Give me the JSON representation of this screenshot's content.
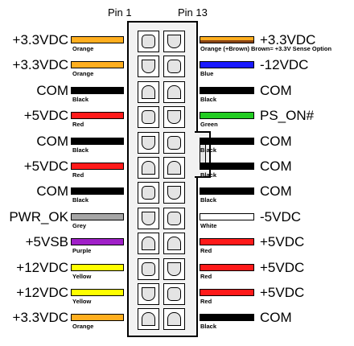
{
  "headers": {
    "pin1": "Pin 1",
    "pin13": "Pin 13"
  },
  "note": "Brown= +3.3V Sense Option",
  "left_rows": [
    {
      "voltage": "+3.3VDC",
      "color_name": "Orange",
      "color": "#ffae1f"
    },
    {
      "voltage": "+3.3VDC",
      "color_name": "Orange",
      "color": "#ffae1f"
    },
    {
      "voltage": "COM",
      "color_name": "Black",
      "color": "#000000"
    },
    {
      "voltage": "+5VDC",
      "color_name": "Red",
      "color": "#ff1a1a"
    },
    {
      "voltage": "COM",
      "color_name": "Black",
      "color": "#000000"
    },
    {
      "voltage": "+5VDC",
      "color_name": "Red",
      "color": "#ff1a1a"
    },
    {
      "voltage": "COM",
      "color_name": "Black",
      "color": "#000000"
    },
    {
      "voltage": "PWR_OK",
      "color_name": "Grey",
      "color": "#a6a6a6"
    },
    {
      "voltage": "+5VSB",
      "color_name": "Purple",
      "color": "#a020c8"
    },
    {
      "voltage": "+12VDC",
      "color_name": "Yellow",
      "color": "#ffff00"
    },
    {
      "voltage": "+12VDC",
      "color_name": "Yellow",
      "color": "#ffff00"
    },
    {
      "voltage": "+3.3VDC",
      "color_name": "Orange",
      "color": "#ffae1f"
    }
  ],
  "right_rows": [
    {
      "voltage": "+3.3VDC",
      "color_name": "Orange (+Brown)",
      "color": "#ffae1f"
    },
    {
      "voltage": "-12VDC",
      "color_name": "Blue",
      "color": "#1a1aff"
    },
    {
      "voltage": "COM",
      "color_name": "Black",
      "color": "#000000"
    },
    {
      "voltage": "PS_ON#",
      "color_name": "Green",
      "color": "#22cc22"
    },
    {
      "voltage": "COM",
      "color_name": "Black",
      "color": "#000000"
    },
    {
      "voltage": "COM",
      "color_name": "Black",
      "color": "#000000"
    },
    {
      "voltage": "COM",
      "color_name": "Black",
      "color": "#000000"
    },
    {
      "voltage": "-5VDC",
      "color_name": "White",
      "color": "#ffffff"
    },
    {
      "voltage": "+5VDC",
      "color_name": "Red",
      "color": "#ff1a1a"
    },
    {
      "voltage": "+5VDC",
      "color_name": "Red",
      "color": "#ff1a1a"
    },
    {
      "voltage": "+5VDC",
      "color_name": "Red",
      "color": "#ff1a1a"
    },
    {
      "voltage": "COM",
      "color_name": "Black",
      "color": "#000000"
    }
  ],
  "brown_stripe_color": "#8b4513"
}
